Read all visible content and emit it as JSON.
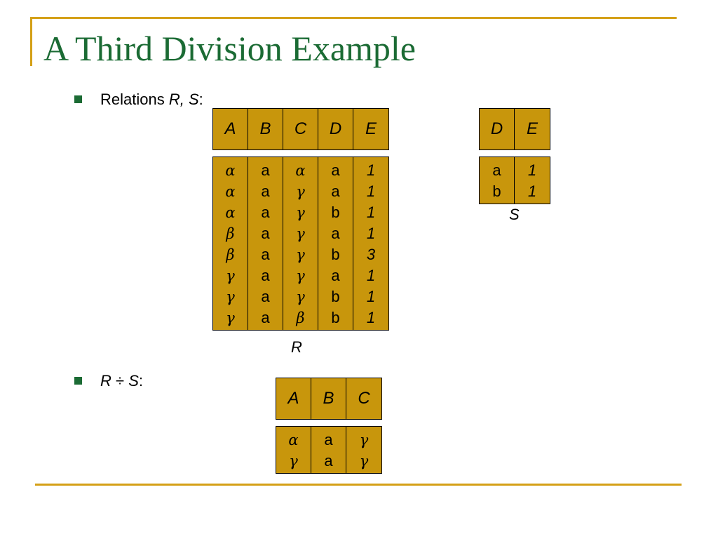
{
  "title": "A Third Division Example",
  "bullets": [
    {
      "prefix": "Relations ",
      "italic": "R, S",
      "suffix": ":"
    },
    {
      "prefix": "",
      "italic": "R",
      "op": " ÷ ",
      "italic2": "S",
      "suffix": ":"
    }
  ],
  "table_r": {
    "caption": "R",
    "headers": [
      "A",
      "B",
      "C",
      "D",
      "E"
    ],
    "columns": [
      [
        "α",
        "α",
        "α",
        "β",
        "β",
        "γ",
        "γ",
        "γ"
      ],
      [
        "a",
        "a",
        "a",
        "a",
        "a",
        "a",
        "a",
        "a"
      ],
      [
        "α",
        "γ",
        "γ",
        "γ",
        "γ",
        "γ",
        "γ",
        "β"
      ],
      [
        "a",
        "a",
        "b",
        "a",
        "b",
        "a",
        "b",
        "b"
      ],
      [
        "1",
        "1",
        "1",
        "1",
        "3",
        "1",
        "1",
        "1"
      ]
    ]
  },
  "table_s": {
    "caption": "S",
    "headers": [
      "D",
      "E"
    ],
    "columns": [
      [
        "a",
        "b"
      ],
      [
        "1",
        "1"
      ]
    ]
  },
  "table_result": {
    "headers": [
      "A",
      "B",
      "C"
    ],
    "columns": [
      [
        "α",
        "γ"
      ],
      [
        "a",
        "a"
      ],
      [
        "γ",
        "γ"
      ]
    ]
  }
}
